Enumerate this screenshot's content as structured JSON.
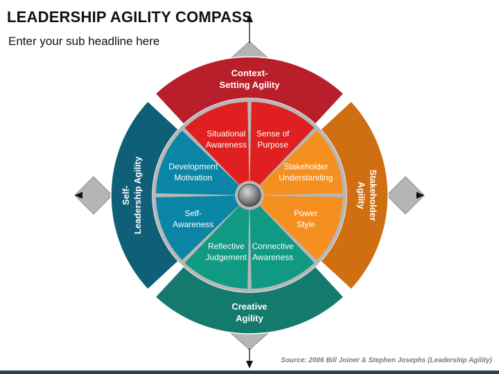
{
  "title": "LEADERSHIP AGILITY COMPASS",
  "subtitle": "Enter your sub headline here",
  "source": "Source: 2006 Bill Joiner & Stephen Josephs (Leadership Agility)",
  "outer_segments": [
    {
      "id": "top",
      "lines": [
        "Context-",
        "Setting Agility"
      ],
      "color": "#b81f2a"
    },
    {
      "id": "right",
      "lines": [
        "Stakeholder",
        "Agility"
      ],
      "color": "#cf6f12"
    },
    {
      "id": "bottom",
      "lines": [
        "Creative",
        "Agility"
      ],
      "color": "#147a6e"
    },
    {
      "id": "left",
      "lines": [
        "Self-",
        "Leadership Agility"
      ],
      "color": "#0f5f78"
    }
  ],
  "inner_segments": [
    {
      "id": "sense-of-purpose",
      "lines": [
        "Sense of",
        "Purpose"
      ],
      "color": "#e02020"
    },
    {
      "id": "stakeholder-understanding",
      "lines": [
        "Stakeholder",
        "Understanding"
      ],
      "color": "#f59020"
    },
    {
      "id": "power-style",
      "lines": [
        "Power",
        "Style"
      ],
      "color": "#f59020"
    },
    {
      "id": "connective-awareness",
      "lines": [
        "Connective",
        "Awareness"
      ],
      "color": "#109a84"
    },
    {
      "id": "reflective-judgement",
      "lines": [
        "Reflective",
        "Judgement"
      ],
      "color": "#109a84"
    },
    {
      "id": "self-awareness",
      "lines": [
        "Self-",
        "Awareness"
      ],
      "color": "#0b85a6"
    },
    {
      "id": "development-motivation",
      "lines": [
        "Development",
        "Motivation"
      ],
      "color": "#0b85a6"
    },
    {
      "id": "situational-awareness",
      "lines": [
        "Situational",
        "Awareness"
      ],
      "color": "#e02020"
    }
  ],
  "colors": {
    "divider": "#b7b7b7",
    "compass_point": "#b5b5b5",
    "hub": "#777777"
  }
}
